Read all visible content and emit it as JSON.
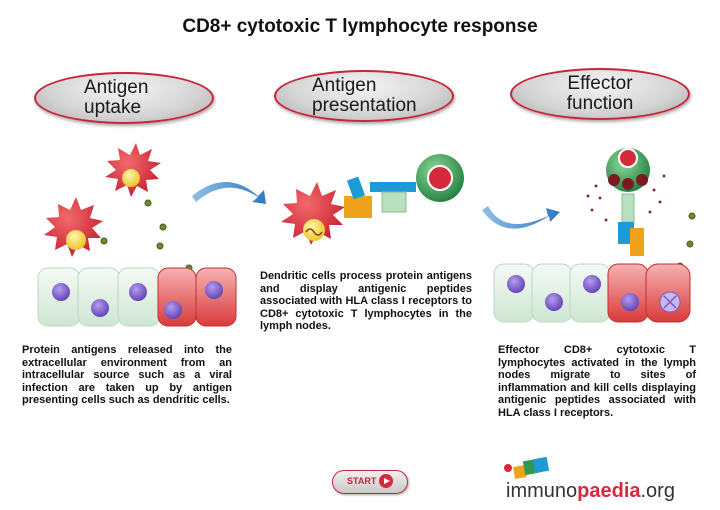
{
  "title": "CD8+ cytotoxic T lymphocyte response",
  "steps": [
    {
      "label_line1": "Antigen",
      "label_line2": "uptake",
      "description": "Protein antigens released into the extracellular environment from an intracellular source such as a viral infection are taken up by antigen presenting cells such as dendritic cells."
    },
    {
      "label_line1": "Antigen",
      "label_line2": "presentation",
      "description": "Dendritic cells process protein antigens and display antigenic peptides associated with HLA class I receptors to CD8+ cytotoxic T lymphocytes in the lymph nodes."
    },
    {
      "label_line1": "Effector",
      "label_line2": "function",
      "description": "Effector CD8+ cytotoxic T lymphocytes activated in the lymph nodes migrate to sites of inflammation and kill cells displaying antigenic peptides associated with HLA class I receptors."
    }
  ],
  "start_button": {
    "label": "START"
  },
  "logo": {
    "part1": "immuno",
    "part2": "paedia",
    "part3": ".org"
  },
  "colors": {
    "accent_red": "#c7263a",
    "dendritic_cell": "#d62a3c",
    "nucleus_yellow": "#f6d33a",
    "cell_nucleus_purple": "#7a5cc7",
    "tcell_green": "#2f9a4f",
    "receptor_blue": "#1e9ad6",
    "receptor_orange": "#f0a21a"
  },
  "icons": [
    "arrow-icon",
    "play-icon",
    "logo-cubes-icon"
  ]
}
